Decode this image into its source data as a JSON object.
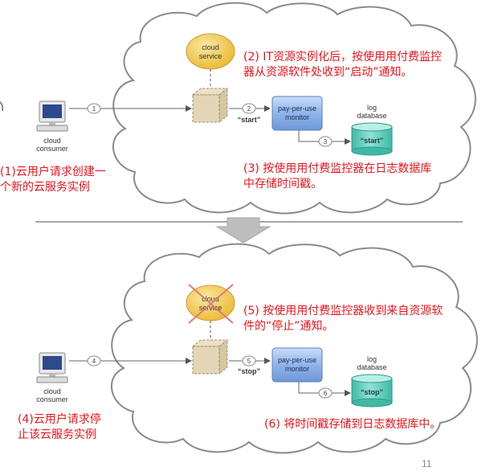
{
  "labels": {
    "cloud_service": [
      "cloud",
      "service"
    ],
    "cloud_consumer": [
      "cloud",
      "consumer"
    ],
    "pay_per_use_monitor": [
      "pay-per-use",
      "monitor"
    ],
    "log_database": [
      "log",
      "database"
    ]
  },
  "top": {
    "steps": [
      "1",
      "2",
      "3"
    ],
    "message": "“start”",
    "db_record": "“start”",
    "notes": {
      "step1": [
        "(1)云用户请求创建一",
        "个新的云服务实例"
      ],
      "step2": [
        "(2) IT资源实例化后，按使用用付费监控",
        "器从资源软件处收到“启动”通知。"
      ],
      "step3": [
        "(3) 按使用用付费监控器在日志数据库",
        "中存储时间戳。"
      ]
    }
  },
  "bottom": {
    "steps": [
      "4",
      "5",
      "6"
    ],
    "message": "“stop”",
    "db_record": "“stop”",
    "notes": {
      "step4": [
        "(4)云用户请求停",
        "止该云服务实例"
      ],
      "step5": [
        "(5) 按使用用付费监控器收到来自资源软",
        "件的“停止”通知。"
      ],
      "step6": [
        "(6) 将时间戳存储到日志数据库中。"
      ]
    }
  },
  "page_number": "11",
  "colors": {
    "annotation": "#e8141b",
    "cloud_service": "#f2cc55",
    "monitor": "#8fb4ec",
    "database": "#5fcfbd",
    "cross": "#e07a7a"
  }
}
